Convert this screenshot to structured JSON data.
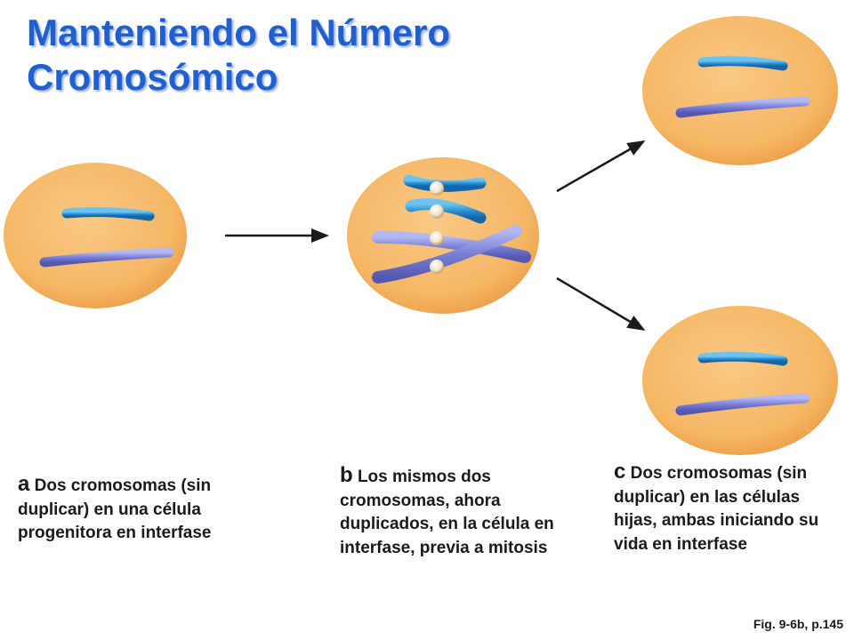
{
  "title": {
    "line1": "Manteniendo el Número",
    "line2": "Cromosómico"
  },
  "captions": {
    "a": {
      "letter": "a",
      "text": " Dos cromosomas (sin duplicar) en una célula progenitora en interfase"
    },
    "b": {
      "letter": "b",
      "text": " Los mismos dos cromosomas, ahora duplicados, en la célula en interfase, previa a mitosis"
    },
    "c": {
      "letter": "c",
      "text": " Dos cromosomas (sin duplicar) en las células hijas, ambas iniciando su vida en interfase"
    }
  },
  "figure_ref": "Fig. 9-6b, p.145",
  "colors": {
    "title": "#1f5fd0",
    "cell_fill": "#f6b96a",
    "cell_edge": "#e9a24f",
    "chromosome_blue": "#2a8fd0",
    "chromosome_purple": "#7a7fd6",
    "centromere": "#f4ead8",
    "arrow": "#1a1a1a"
  }
}
